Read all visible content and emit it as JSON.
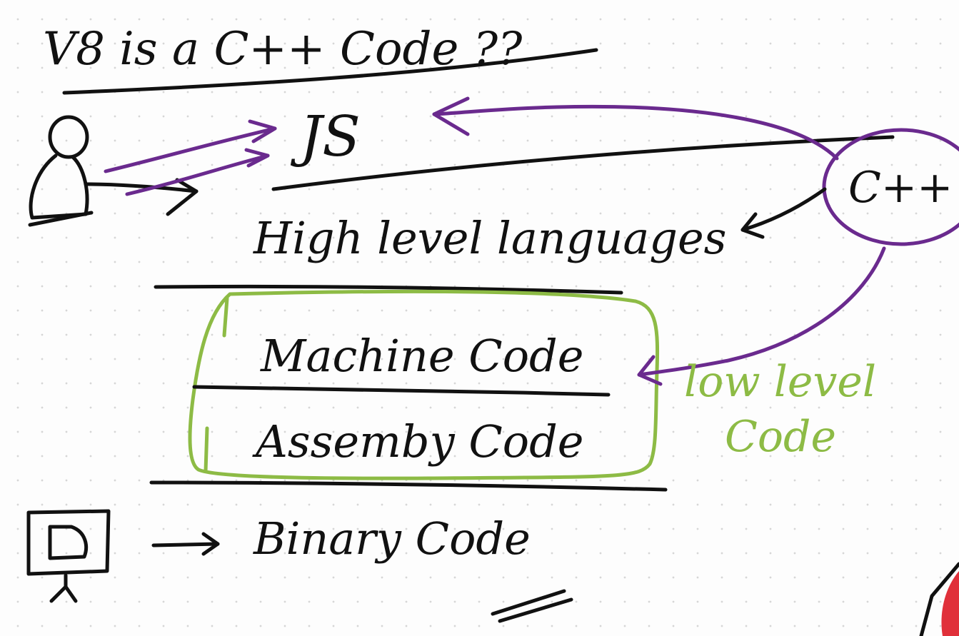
{
  "title": "V8 is a C++ Code ??",
  "nodes": {
    "js": "JS",
    "cpp": "C++",
    "high_level": "High level languages",
    "machine_code": "Machine Code",
    "assembly_code": "Assemby Code",
    "low_level_line1": "low level",
    "low_level_line2": "Code",
    "binary_code": "Binary Code"
  },
  "icons": {
    "person": "person-icon",
    "computer": "computer-icon"
  },
  "colors": {
    "ink": "#111111",
    "purple": "#6a2a8e",
    "green": "#8dbb45"
  }
}
